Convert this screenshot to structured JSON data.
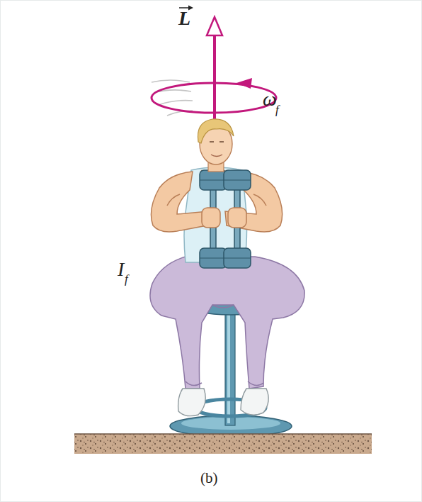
{
  "diagram": {
    "labels": [
      "L",
      "ω",
      "f",
      "I",
      "f",
      "(b)"
    ]
  }
}
